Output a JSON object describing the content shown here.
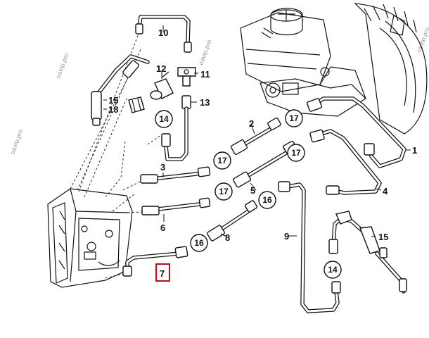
{
  "watermark": {
    "left": "oavto.pro",
    "top": "oavto.pro",
    "right": "oavto.pro",
    "bottom": "oavto.pro"
  },
  "callouts": {
    "c1": "1",
    "c2": "2",
    "c3": "3",
    "c4": "4",
    "c5": "5",
    "c6": "6",
    "c7": "7",
    "c8": "8",
    "c9": "9",
    "c10": "10",
    "c11": "11",
    "c12": "12",
    "c13": "13",
    "c15a": "15",
    "c15b": "15",
    "c18": "18"
  },
  "circled": {
    "k14a": "14",
    "k14b": "14",
    "k16a": "16",
    "k16b": "16",
    "k17a": "17",
    "k17b": "17",
    "k17c": "17",
    "k17d": "17"
  },
  "highlight_color": "#d9001b"
}
